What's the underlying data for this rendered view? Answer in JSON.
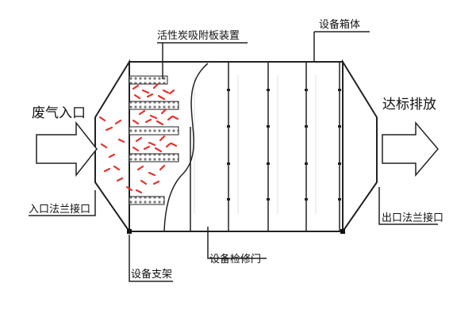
{
  "labels": {
    "device_top": "活性炭吸附板装置",
    "housing": "设备箱体",
    "inlet_gas": "废气入口",
    "outlet_gas": "达标排放",
    "inlet_flange": "入口法兰接口",
    "outlet_flange": "出口法兰接口",
    "support": "设备支架",
    "service_door": "设备检修门"
  },
  "colors": {
    "line": "#222222",
    "airflow": "#e5322d",
    "carbon_fill": "#cfcfcf",
    "panel_hint": "#e9e9e9"
  }
}
